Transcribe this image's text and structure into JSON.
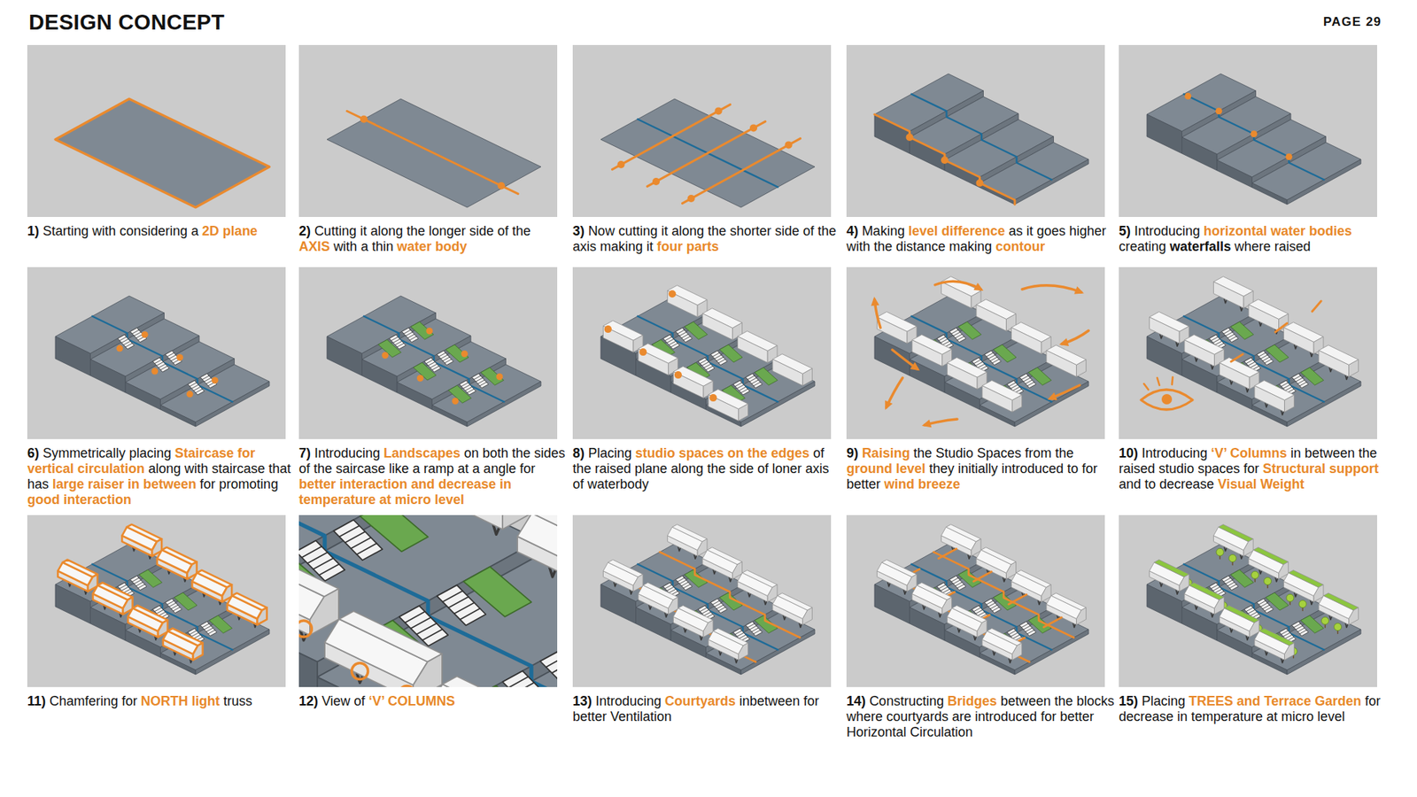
{
  "diagram": {
    "title": "DESIGN CONCEPT",
    "nodes": [
      {
        "text": [
          "1)",
          "Starting with considering a",
          "2D plane"
        ]
      },
      {
        "text": [
          "2)",
          "Cutting it along the longer side of the",
          "AXIS",
          "with a thin",
          "water body"
        ]
      },
      {
        "text": [
          "3)",
          "Now cutting it along the shorter side of the axis making it",
          "four parts"
        ]
      },
      {
        "text": [
          "4)",
          "Making",
          "level difference",
          "as it goes higher with the distance making",
          "contour"
        ]
      },
      {
        "text": [
          "5)",
          "Introducing",
          "horizontal water bodies",
          "creating",
          "waterfalls",
          "where raised"
        ]
      },
      {
        "text": [
          "6)",
          "Symmetrically placing",
          "Staircase for vertical circulation",
          "along with staircase that has",
          "large raiser in between",
          "for promoting",
          "good interaction"
        ]
      },
      {
        "text": [
          "7)",
          "Introducing",
          "Landscapes",
          "on both the sides of the saircase like a ramp at a angle for",
          "better interaction and decrease in temperature at micro level"
        ]
      },
      {
        "text": [
          "8)",
          "Placing",
          "studio spaces on the edges",
          "of the raised plane along the side of loner axis of waterbody"
        ]
      },
      {
        "text": [
          "9)",
          "Raising",
          "the Studio Spaces from the",
          "ground level",
          "they initially introduced to for better",
          "wind breeze"
        ]
      },
      {
        "text": [
          "10)",
          "Introducing",
          "‘V’ Columns",
          "in between the raised studio spaces for",
          "Structural support",
          "and to decrease",
          "Visual Weight"
        ]
      },
      {
        "text": [
          "11)",
          "Chamfering for",
          "NORTH light",
          "truss"
        ]
      },
      {
        "text": [
          "12)",
          "View of",
          "‘V’ COLUMNS"
        ]
      },
      {
        "text": [
          "13)",
          "Introducing",
          "Courtyards",
          "inbetween for better Ventilation"
        ]
      },
      {
        "text": [
          "14)",
          "Constructing",
          "Bridges",
          "between the blocks where courtyards are introduced for better Horizontal Circulation"
        ]
      },
      {
        "text": [
          "15)",
          "Placing",
          "TREES and Terrace Garden",
          "for decrease in temperature at micro level"
        ]
      }
    ],
    "labels": [
      "PAGE 29"
    ]
  }
}
